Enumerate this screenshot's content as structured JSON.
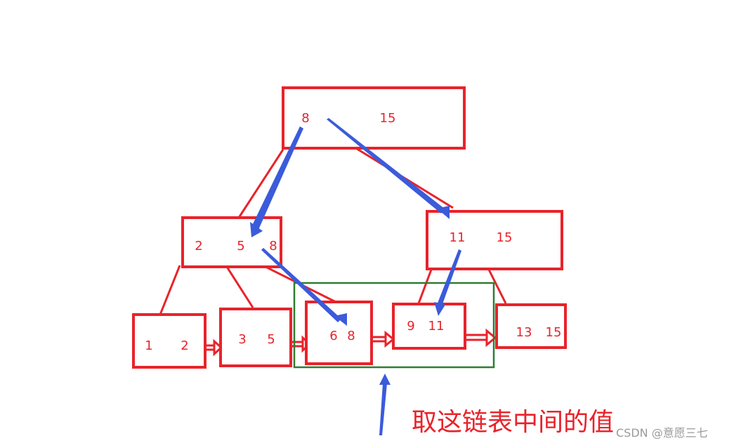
{
  "colors": {
    "node_border": "#e8232b",
    "pointer": "#3b5bdb",
    "highlight_box": "#2e7d32",
    "text": "#e8232b",
    "watermark": "#9a9a9a"
  },
  "tree": {
    "root": {
      "keys": [
        "8",
        "15"
      ]
    },
    "left_internal": {
      "keys": [
        "2",
        "5",
        "8"
      ]
    },
    "right_internal": {
      "keys": [
        "11",
        "15"
      ]
    },
    "leaves": [
      {
        "keys": [
          "1",
          "2"
        ]
      },
      {
        "keys": [
          "3",
          "5"
        ]
      },
      {
        "keys": [
          "6",
          "8"
        ]
      },
      {
        "keys": [
          "9",
          "11"
        ]
      },
      {
        "keys": [
          "13",
          "15"
        ]
      }
    ]
  },
  "caption": "取这链表中间的值",
  "watermark": "CSDN @意愿三七"
}
